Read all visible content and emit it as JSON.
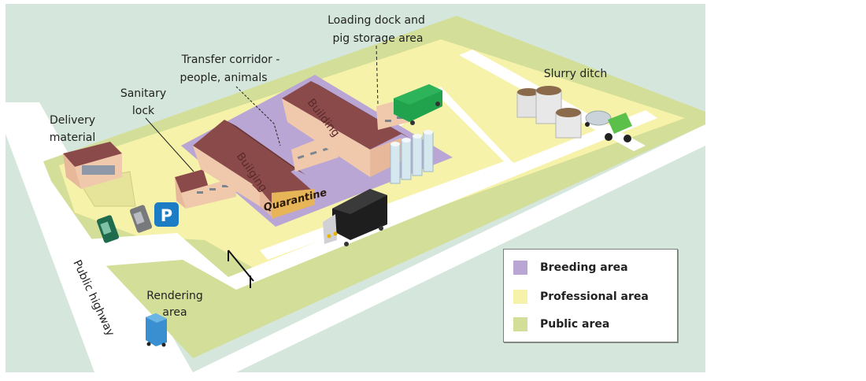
{
  "labels": {
    "loading_dock": [
      "Loading dock and",
      "pig storage area"
    ],
    "transfer_corridor": [
      "Transfer corridor -",
      "people, animals"
    ],
    "sanitary_lock": [
      "Sanitary",
      "lock"
    ],
    "delivery_material": [
      "Delivery",
      "material"
    ],
    "slurry_ditch": "Slurry ditch",
    "rendering_area": [
      "Rendering",
      "area"
    ],
    "public_highway": "Public highway",
    "building_left": "Builging",
    "building_right": "Building",
    "quarantine": "Quarantine",
    "parking": "P"
  },
  "legend": {
    "items": [
      {
        "label": "Breeding area",
        "color": "#b9a6d4"
      },
      {
        "label": "Professional area",
        "color": "#f6f2a9"
      },
      {
        "label": "Public area",
        "color": "#d3de98"
      }
    ]
  },
  "colors": {
    "background": "#d5e7dc",
    "road": "#ffffff",
    "public": "#d3de98",
    "professional": "#f6f2a9",
    "breeding": "#b9a6d4",
    "roof": "#8a4a4a",
    "wall": "#f0c8ac",
    "quarantine": "#e8b458",
    "parking_sign": "#1c7cc4"
  }
}
